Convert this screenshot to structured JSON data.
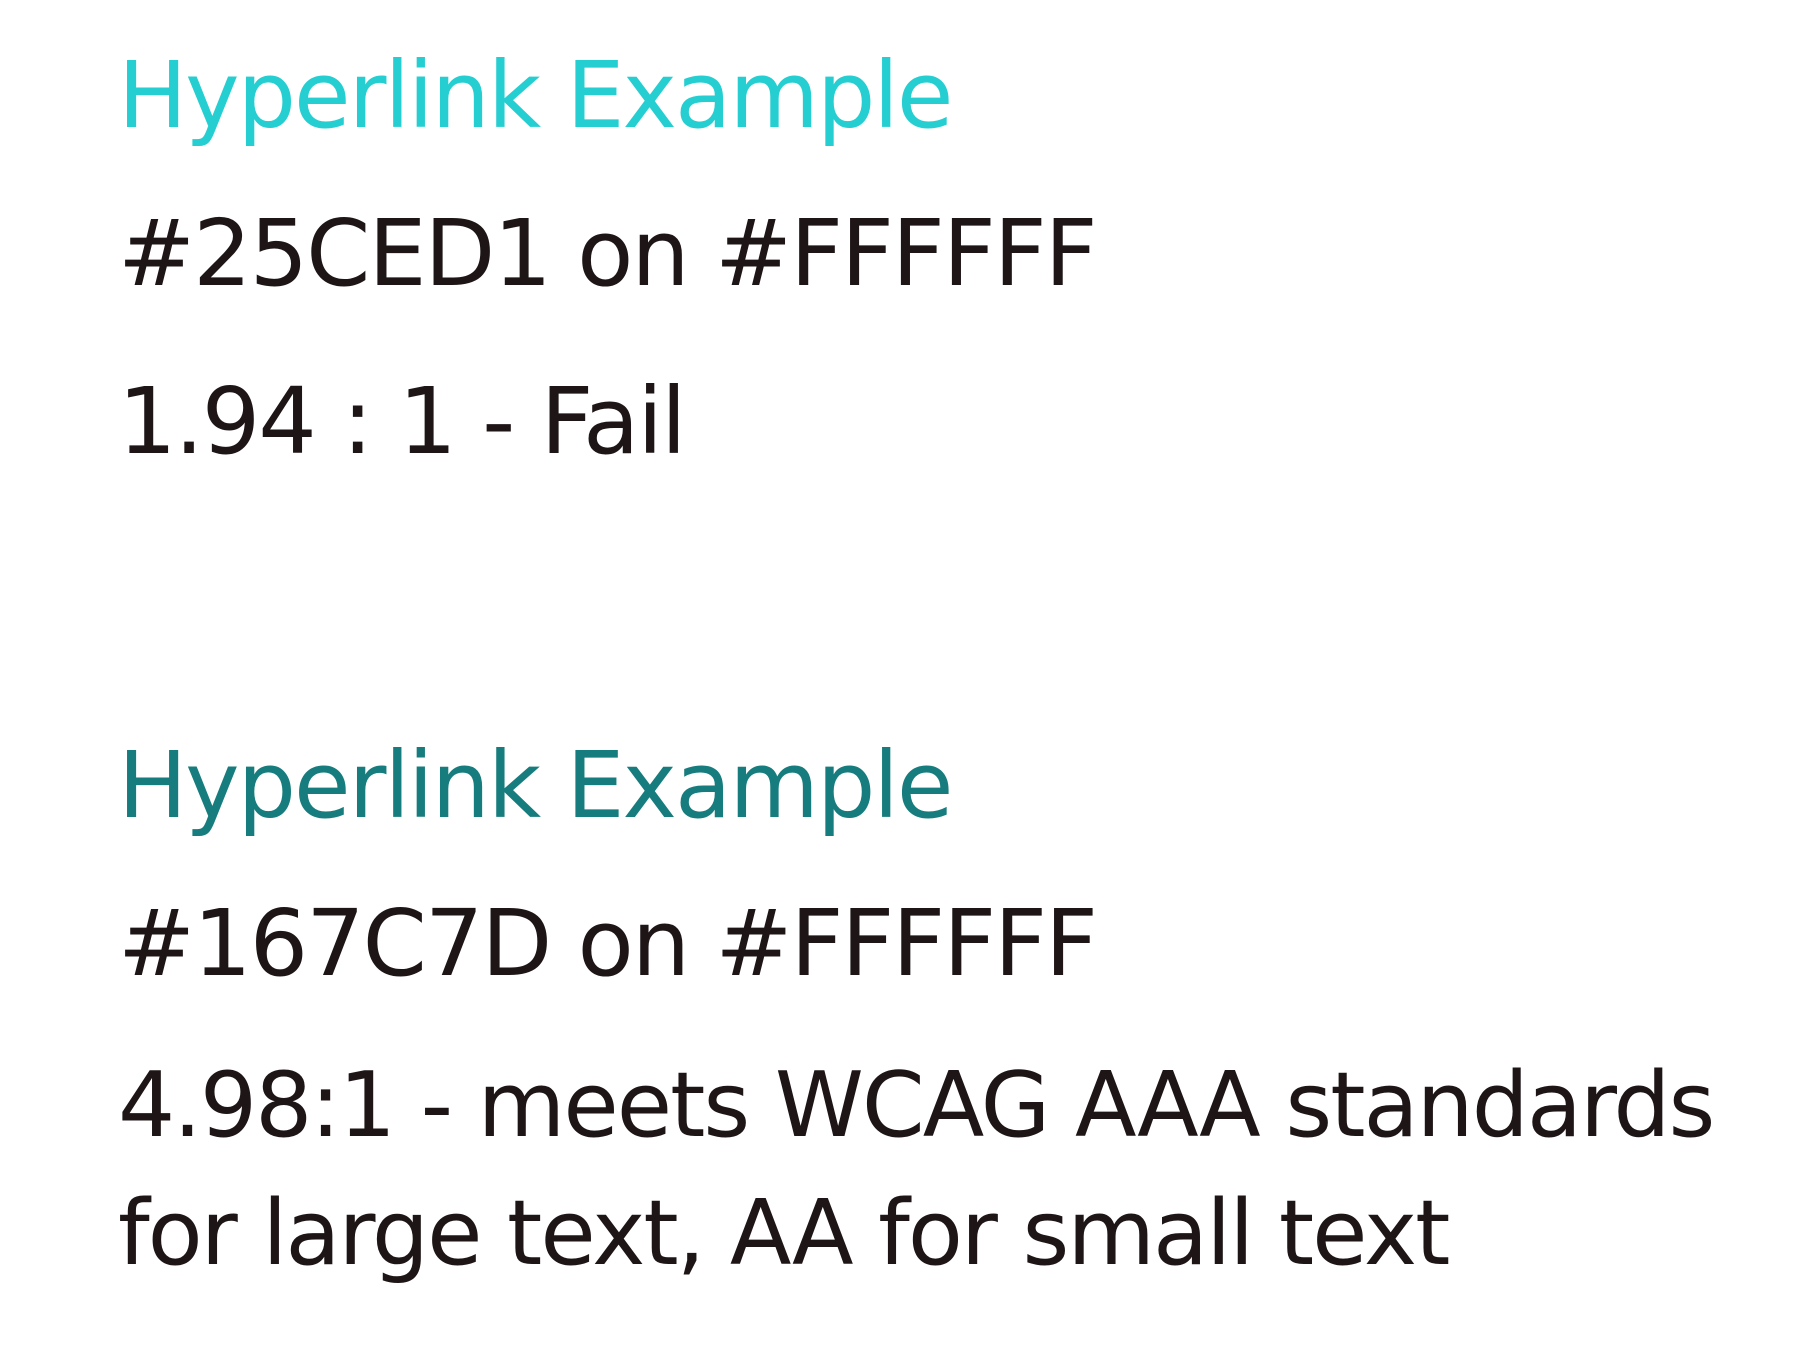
{
  "examples": [
    {
      "link_text": "Hyperlink Example",
      "link_color": "#25CED1",
      "pair_text": "#25CED1 on #FFFFFF",
      "result_text": "1.94 : 1 - Fail"
    },
    {
      "link_text": "Hyperlink Example",
      "link_color": "#167C7D",
      "pair_text": "#167C7D on #FFFFFF",
      "result_text": "4.98:1 - meets WCAG AAA standards for large text, AA for small text"
    }
  ],
  "colors": {
    "background": "#FFFFFF",
    "body_text": "#1D1516"
  }
}
